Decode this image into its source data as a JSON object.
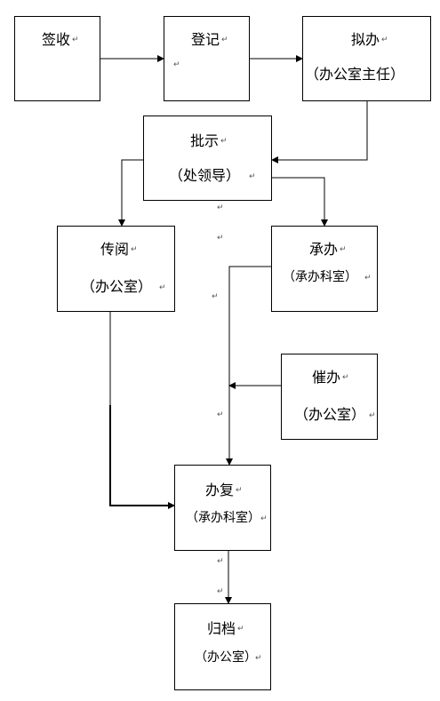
{
  "nodes": {
    "sign": {
      "title": "签收"
    },
    "register": {
      "title": "登记"
    },
    "draft": {
      "title": "拟办",
      "sub": "（办公室主任）"
    },
    "instruct": {
      "title": "批示",
      "sub": "（处领导）"
    },
    "circulate": {
      "title": "传阅",
      "sub": "（办公室）"
    },
    "undertake": {
      "title": "承办",
      "sub": "（承办科室）"
    },
    "urge": {
      "title": "催办",
      "sub": "（办公室）"
    },
    "reply": {
      "title": "办复",
      "sub": "（承办科室）"
    },
    "archive": {
      "title": "归档",
      "sub": "（办公室）"
    }
  },
  "mark": "↵"
}
